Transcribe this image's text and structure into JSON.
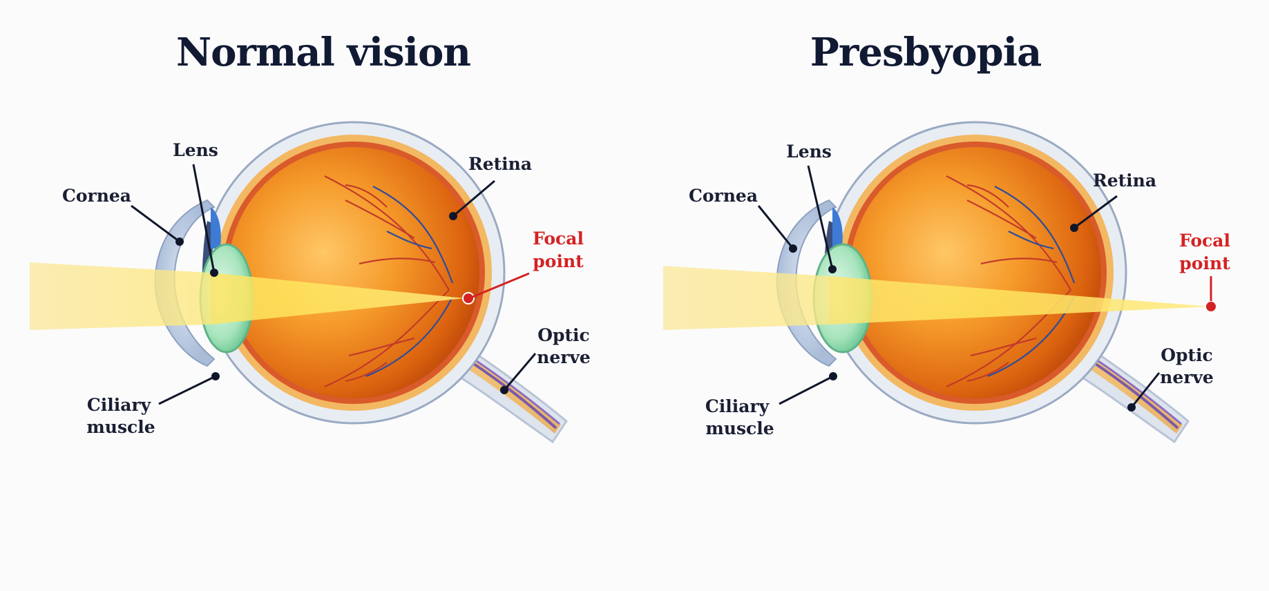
{
  "panels": [
    {
      "id": "normal",
      "title": "Normal vision",
      "labels": {
        "lens": "Lens",
        "cornea": "Cornea",
        "retina": "Retina",
        "focal_line1": "Focal",
        "focal_line2": "point",
        "optic_line1": "Optic",
        "optic_line2": "nerve",
        "ciliary_line1": "Ciliary",
        "ciliary_line2": "muscle"
      }
    },
    {
      "id": "presbyopia",
      "title": "Presbyopia",
      "labels": {
        "lens": "Lens",
        "cornea": "Cornea",
        "retina": "Retina",
        "focal_line1": "Focal",
        "focal_line2": "point",
        "optic_line1": "Optic",
        "optic_line2": "nerve",
        "ciliary_line1": "Ciliary",
        "ciliary_line2": "muscle"
      }
    }
  ],
  "colors": {
    "focal_point": "#d42222",
    "leader_line": "#10162a",
    "light_beam": "#f7e27a",
    "lens": "#9fe0b6",
    "vitreous": "#f08a1c"
  }
}
